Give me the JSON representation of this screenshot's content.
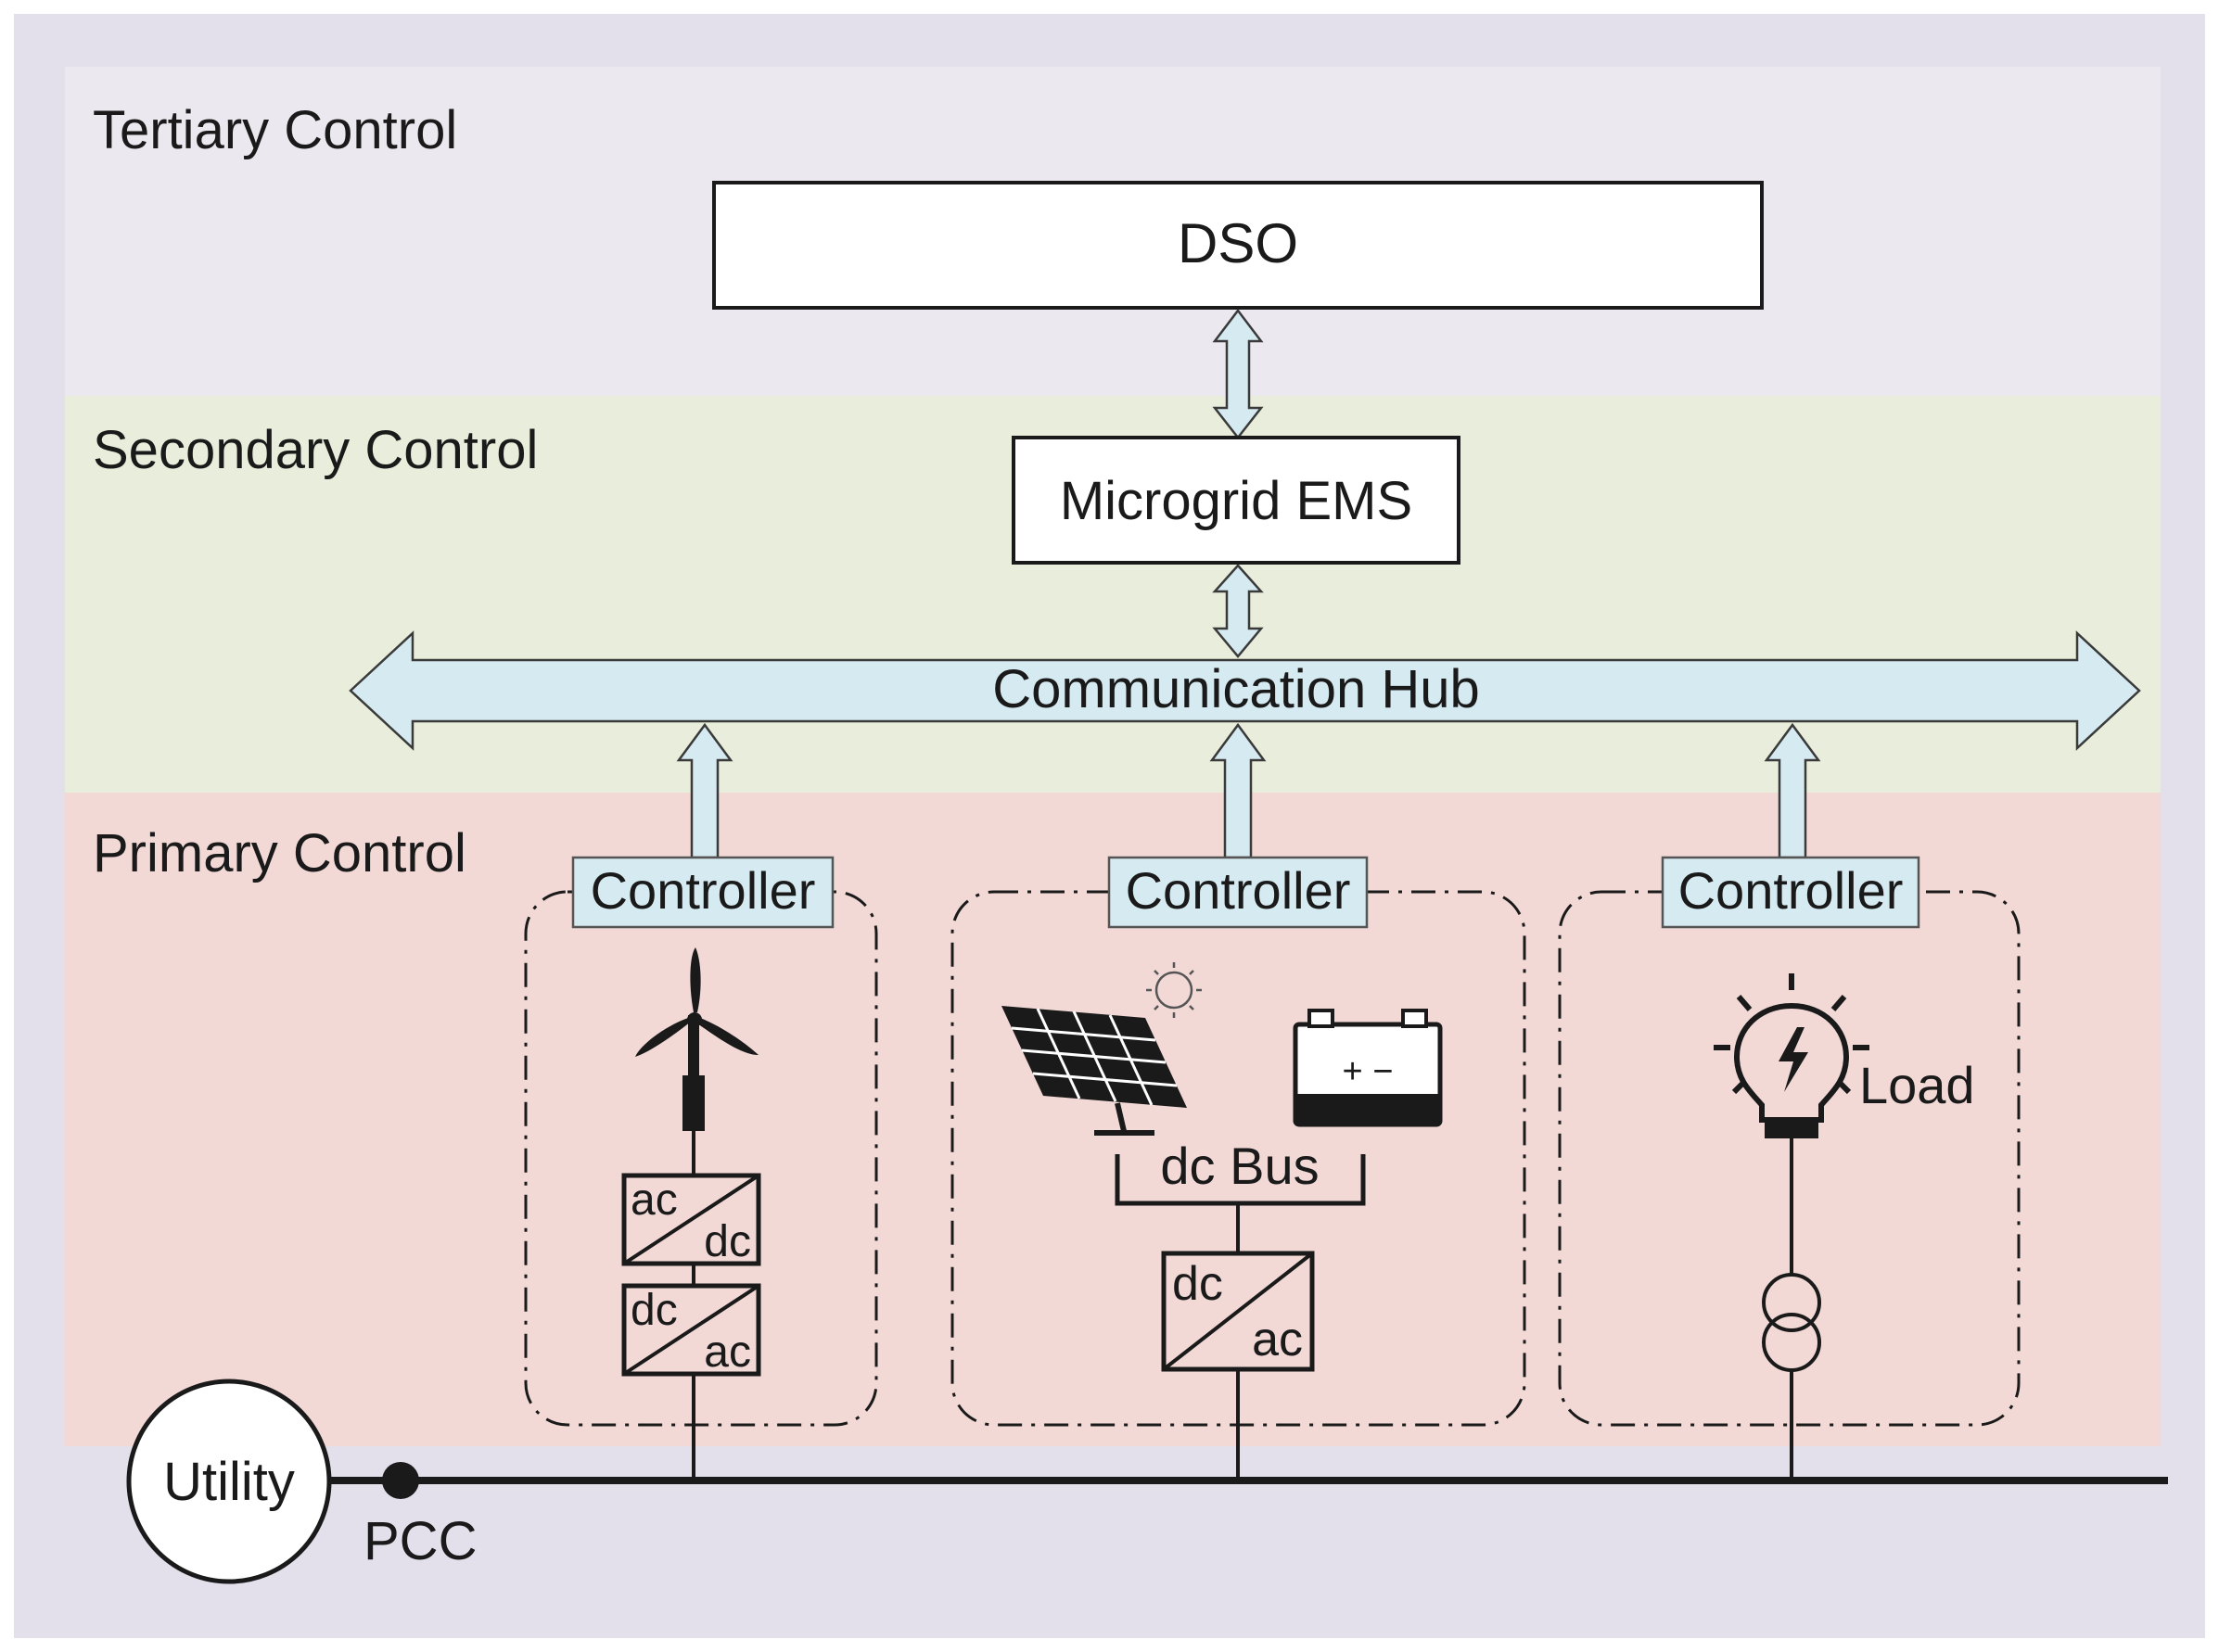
{
  "layers": {
    "tertiary": "Tertiary Control",
    "secondary": "Secondary Control",
    "primary": "Primary Control"
  },
  "dso": "DSO",
  "ems": "Microgrid EMS",
  "hub": "Communication Hub",
  "controllers": [
    "Controller",
    "Controller",
    "Controller"
  ],
  "wind_converters": [
    {
      "top": "ac",
      "bottom": "dc"
    },
    {
      "top": "dc",
      "bottom": "ac"
    }
  ],
  "dc_bus": "dc Bus",
  "solar_converter": {
    "top": "dc",
    "bottom": "ac"
  },
  "battery_terminals": "+  −",
  "load": "Load",
  "utility": "Utility",
  "pcc": "PCC",
  "colors": {
    "frame": "#e3e0ec",
    "tertiary_bg": "#ebe8ef",
    "secondary_bg": "#e8eedb",
    "primary_bg": "#f2d9d6",
    "arrow_fill": "#d6eaf1",
    "line": "#1a1a1a"
  }
}
